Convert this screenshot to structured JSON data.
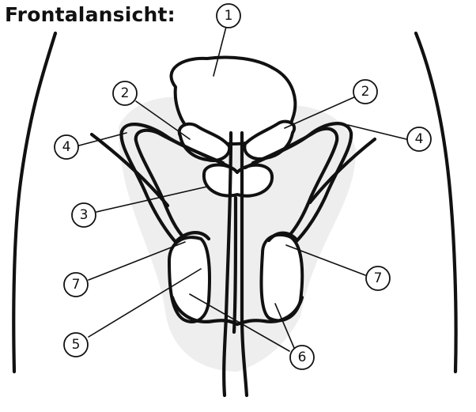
{
  "title": "Frontalansicht:",
  "labels": {
    "l1": "1",
    "l2a": "2",
    "l2b": "2",
    "l3": "3",
    "l4a": "4",
    "l4b": "4",
    "l5": "5",
    "l6": "6",
    "l7a": "7",
    "l7b": "7"
  }
}
